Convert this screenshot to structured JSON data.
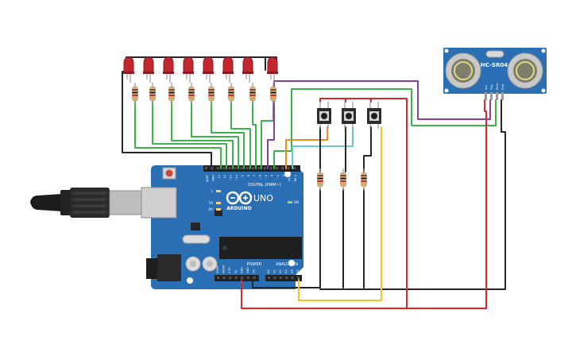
{
  "arduino": {
    "brand_text": "ARDUINO",
    "model_text": "UNO",
    "digital_header_text": "DIGITAL (PWM~)",
    "power_header_text": "POWER",
    "analog_header_text": "ANALOG IN",
    "on_led_text": "ON",
    "l_led_text": "L",
    "tx_led_text": "TX",
    "rx_led_text": "RX",
    "digital_pins": [
      "AREF",
      "GND",
      "13",
      "12",
      "~11",
      "~10",
      "~9",
      "8",
      "7",
      "~6",
      "~5",
      "4",
      "~3",
      "2",
      "TX 1",
      "RX 0"
    ],
    "power_pins": [
      "IOREF",
      "RESET",
      "3.3V",
      "5V",
      "GND",
      "GND",
      "Vin"
    ],
    "analog_pins": [
      "A0",
      "A1",
      "A2",
      "A3",
      "A4",
      "A5"
    ]
  },
  "sensor": {
    "label": "HC-SR04",
    "pins": [
      "Vcc",
      "Trig",
      "Echo",
      "Gnd"
    ]
  },
  "wire_colors": {
    "black": "#262626",
    "green": "#3cb44b",
    "purple": "#8a3f9c",
    "orange": "#f08a1c",
    "cyan": "#6cc6cf",
    "red": "#d62a2a",
    "yellow": "#f2c521",
    "board": "#2a6fb3",
    "led": "#c1272d"
  }
}
